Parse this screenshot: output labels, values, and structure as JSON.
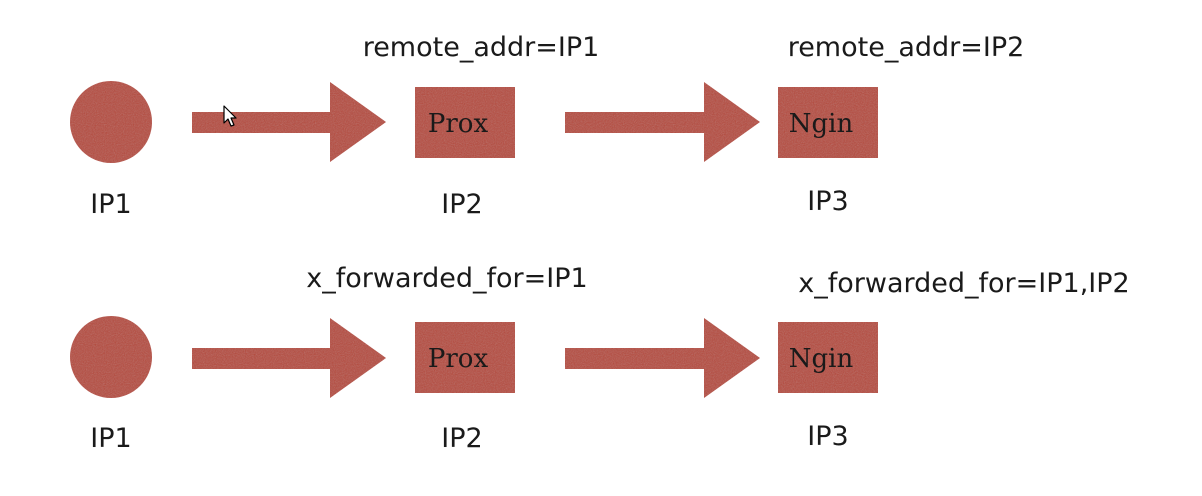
{
  "colors": {
    "node_fill": "#b5483b",
    "text": "#1a1a1a",
    "background": "#ffffff"
  },
  "rows": [
    {
      "client_label": "IP1",
      "proxy": {
        "box_label": "Prox",
        "ip_label": "IP2",
        "header_label": "remote_addr=IP1"
      },
      "nginx": {
        "box_label": "Ngin",
        "ip_label": "IP3",
        "header_label": "remote_addr=IP2"
      }
    },
    {
      "client_label": "IP1",
      "proxy": {
        "box_label": "Prox",
        "ip_label": "IP2",
        "header_label": "x_forwarded_for=IP1"
      },
      "nginx": {
        "box_label": "Ngin",
        "ip_label": "IP3",
        "header_label": "x_forwarded_for=IP1,IP2"
      }
    }
  ]
}
